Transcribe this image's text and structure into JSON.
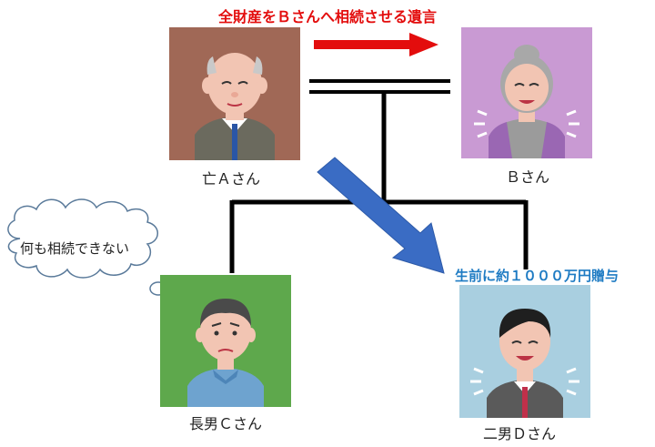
{
  "people": {
    "a": {
      "label": "亡Ａさん"
    },
    "b": {
      "label": "Ｂさん"
    },
    "c": {
      "label": "長男Ｃさん"
    },
    "d": {
      "label": "二男Ｄさん"
    }
  },
  "annotations": {
    "will": "全財産をＢさんへ相続させる遺言",
    "gift": "生前に約１０００万円贈与",
    "thought": "何も相続できない"
  },
  "colors": {
    "red_arrow": "#e30d0d",
    "blue_arrow": "#3a6cc4",
    "blue_text": "#1e7bc3",
    "a_bg": "#a06856",
    "b_bg": "#c99ad3",
    "c_bg": "#5ea84c",
    "d_bg": "#a9cfe0"
  }
}
